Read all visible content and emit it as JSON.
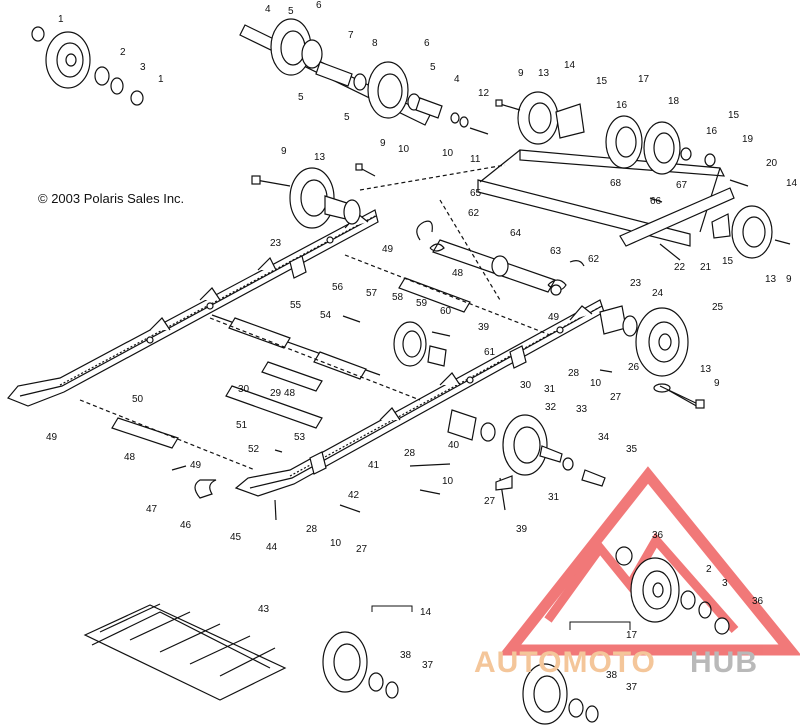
{
  "copyright": "© 2003 Polaris Sales Inc.",
  "watermark": {
    "part1": "AUTOMOTO",
    "part2": "HUB",
    "color_main": "#f4c69a",
    "color_hub": "#b9b9b9",
    "triangle_color": "#f06a6a"
  },
  "callouts": [
    {
      "label": "1"
    },
    {
      "label": "2"
    },
    {
      "label": "3"
    },
    {
      "label": "1"
    },
    {
      "label": "4"
    },
    {
      "label": "5"
    },
    {
      "label": "6"
    },
    {
      "label": "7"
    },
    {
      "label": "8"
    },
    {
      "label": "6"
    },
    {
      "label": "5"
    },
    {
      "label": "4"
    },
    {
      "label": "5"
    },
    {
      "label": "5"
    },
    {
      "label": "9"
    },
    {
      "label": "12"
    },
    {
      "label": "13"
    },
    {
      "label": "14"
    },
    {
      "label": "15"
    },
    {
      "label": "17"
    },
    {
      "label": "18"
    },
    {
      "label": "16"
    },
    {
      "label": "16"
    },
    {
      "label": "15"
    },
    {
      "label": "19"
    },
    {
      "label": "20"
    },
    {
      "label": "14"
    },
    {
      "label": "10"
    },
    {
      "label": "11"
    },
    {
      "label": "9"
    },
    {
      "label": "10"
    },
    {
      "label": "9"
    },
    {
      "label": "13"
    },
    {
      "label": "65"
    },
    {
      "label": "68"
    },
    {
      "label": "67"
    },
    {
      "label": "66"
    },
    {
      "label": "23"
    },
    {
      "label": "62"
    },
    {
      "label": "64"
    },
    {
      "label": "63"
    },
    {
      "label": "62"
    },
    {
      "label": "22"
    },
    {
      "label": "21"
    },
    {
      "label": "15"
    },
    {
      "label": "13"
    },
    {
      "label": "9"
    },
    {
      "label": "49"
    },
    {
      "label": "48"
    },
    {
      "label": "55"
    },
    {
      "label": "54"
    },
    {
      "label": "56"
    },
    {
      "label": "57"
    },
    {
      "label": "58"
    },
    {
      "label": "59"
    },
    {
      "label": "60"
    },
    {
      "label": "39"
    },
    {
      "label": "61"
    },
    {
      "label": "49"
    },
    {
      "label": "23"
    },
    {
      "label": "24"
    },
    {
      "label": "25"
    },
    {
      "label": "26"
    },
    {
      "label": "28"
    },
    {
      "label": "10"
    },
    {
      "label": "27"
    },
    {
      "label": "13"
    },
    {
      "label": "9"
    },
    {
      "label": "50"
    },
    {
      "label": "49"
    },
    {
      "label": "48"
    },
    {
      "label": "51"
    },
    {
      "label": "30"
    },
    {
      "label": "29"
    },
    {
      "label": "30"
    },
    {
      "label": "31"
    },
    {
      "label": "32"
    },
    {
      "label": "33"
    },
    {
      "label": "34"
    },
    {
      "label": "35"
    },
    {
      "label": "31"
    },
    {
      "label": "40"
    },
    {
      "label": "41"
    },
    {
      "label": "28"
    },
    {
      "label": "10"
    },
    {
      "label": "27"
    },
    {
      "label": "39"
    },
    {
      "label": "48"
    },
    {
      "label": "52"
    },
    {
      "label": "53"
    },
    {
      "label": "49"
    },
    {
      "label": "47"
    },
    {
      "label": "46"
    },
    {
      "label": "45"
    },
    {
      "label": "42"
    },
    {
      "label": "44"
    },
    {
      "label": "28"
    },
    {
      "label": "10"
    },
    {
      "label": "27"
    },
    {
      "label": "43"
    },
    {
      "label": "14"
    },
    {
      "label": "38"
    },
    {
      "label": "37"
    },
    {
      "label": "36"
    },
    {
      "label": "2"
    },
    {
      "label": "3"
    },
    {
      "label": "36"
    },
    {
      "label": "17"
    },
    {
      "label": "38"
    },
    {
      "label": "37"
    }
  ]
}
